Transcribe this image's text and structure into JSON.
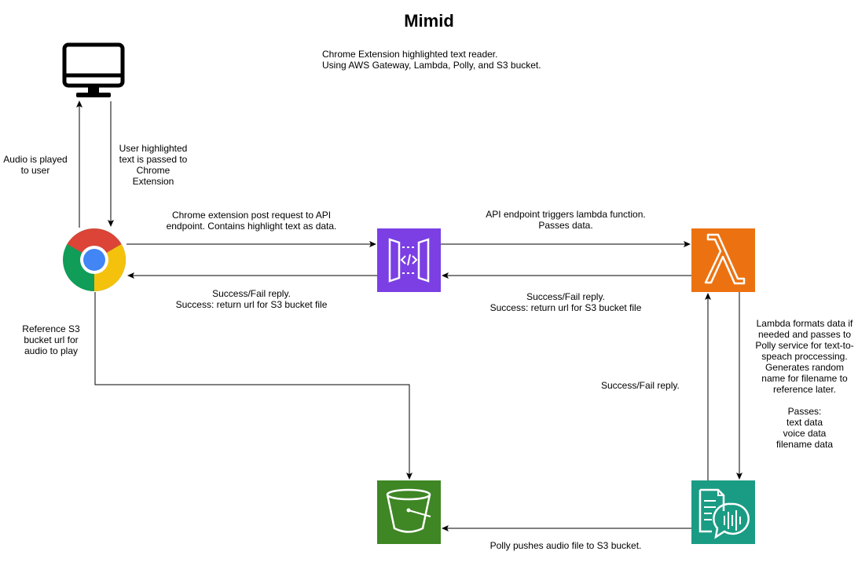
{
  "title": "Mimid",
  "description": "Chrome Extension highlighted text reader.\nUsing AWS Gateway, Lambda, Polly, and S3 bucket.",
  "labels": {
    "audio_played": "Audio is played\nto user",
    "user_highlighted": "User highlighted\ntext is passed to\nChrome\nExtension",
    "chrome_post": "Chrome extension post request to API\nendpoint. Contains highlight text as data.",
    "gateway_reply": "Success/Fail reply.\nSuccess: return url for S3 bucket file",
    "api_triggers": "API endpoint triggers lambda function.\nPasses data.",
    "lambda_reply": "Success/Fail reply.\nSuccess: return url for S3 bucket file",
    "reference_s3": "Reference S3\nbucket url for\naudio to play",
    "polly_reply": "Success/Fail reply.",
    "lambda_formats": "Lambda formats data if\nneeded and passes to\nPolly service for text-to-\nspeach proccessing.\nGenerates random\nname for filename to\nreference later.\n\nPasses:\ntext data\nvoice data\nfilename data",
    "polly_push": "Polly pushes audio file to S3 bucket."
  },
  "colors": {
    "gateway": "#7b3fe4",
    "lambda": "#ec7211",
    "s3": "#3f8624",
    "polly": "#1a9c84",
    "chrome_red": "#db4437",
    "chrome_yellow": "#f4c20d",
    "chrome_green": "#0f9d58",
    "chrome_blue": "#4285f4"
  },
  "icons": [
    "monitor-icon",
    "chrome-icon",
    "api-gateway-icon",
    "lambda-icon",
    "s3-bucket-icon",
    "polly-icon"
  ]
}
